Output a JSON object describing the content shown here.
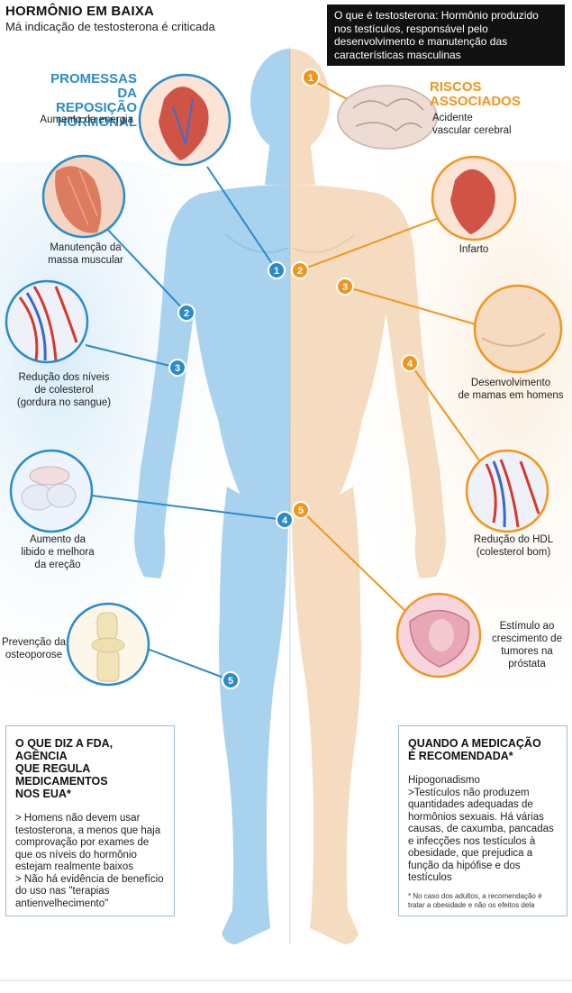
{
  "header": {
    "title": "HORMÔNIO EM BAIXA",
    "subtitle": "Má indicação de testosterona é criticada"
  },
  "definition": "O que é testosterona: Hormônio produzido nos testículos, responsável pelo desenvolvimento e manutenção das características masculinas",
  "promises": {
    "title_line1": "PROMESSAS DA",
    "title_line2": "REPOSIÇÃO HORMONAL",
    "items": [
      {
        "num": "1",
        "label": "Aumento da energia"
      },
      {
        "num": "2",
        "label_lines": [
          "Manutenção da",
          "massa muscular"
        ]
      },
      {
        "num": "3",
        "label_lines": [
          "Redução dos níveis",
          "de colesterol",
          "(gordura no sangue)"
        ]
      },
      {
        "num": "4",
        "label_lines": [
          "Aumento da",
          "libido e melhora",
          "da ereção"
        ]
      },
      {
        "num": "5",
        "label_lines": [
          "Prevenção da",
          "osteoporose"
        ]
      }
    ]
  },
  "risks": {
    "title_line1": "RISCOS",
    "title_line2": "ASSOCIADOS",
    "items": [
      {
        "num": "1",
        "label_lines": [
          "Acidente",
          "vascular cerebral"
        ]
      },
      {
        "num": "2",
        "label": "Infarto"
      },
      {
        "num": "3",
        "label_lines": [
          "Desenvolvimento",
          "de mamas em homens"
        ]
      },
      {
        "num": "4",
        "label_lines": [
          "Redução do HDL",
          "(colesterol bom)"
        ]
      },
      {
        "num": "5",
        "label_lines": [
          "Estímulo ao",
          "crescimento de",
          "tumores na",
          "próstata"
        ]
      }
    ]
  },
  "fda_box": {
    "title_lines": [
      "O QUE DIZ A FDA, AGÊNCIA",
      "QUE REGULA",
      "MEDICAMENTOS",
      "NOS EUA*"
    ],
    "paragraphs": [
      "> Homens não devem usar testosterona, a menos que haja comprovação por exames de que os níveis do hormônio estejam realmente baixos",
      "> Não há evidência de benefício do uso nas \"terapias antienvelhecimento\""
    ]
  },
  "recommended_box": {
    "title_lines": [
      "QUANDO A MEDICAÇÃO",
      "É RECOMENDADA*"
    ],
    "subtitle": "Hipogonadismo",
    "text": ">Testículos não produzem quantidades adequadas de hormônios sexuais. Há várias causas, de caxumba, pancadas e infecções nos testículos à obesidade, que prejudica a função da hipófise e dos testículos",
    "footnote": "* No caso dos adultos, a recomendação é tratar a obesidade e não os efeitos dela"
  },
  "colors": {
    "blue_accent": "#2a8bc8",
    "orange_accent": "#f0961e",
    "blue_body": "#a9d2ef",
    "beige_body": "#f5dcc0"
  }
}
